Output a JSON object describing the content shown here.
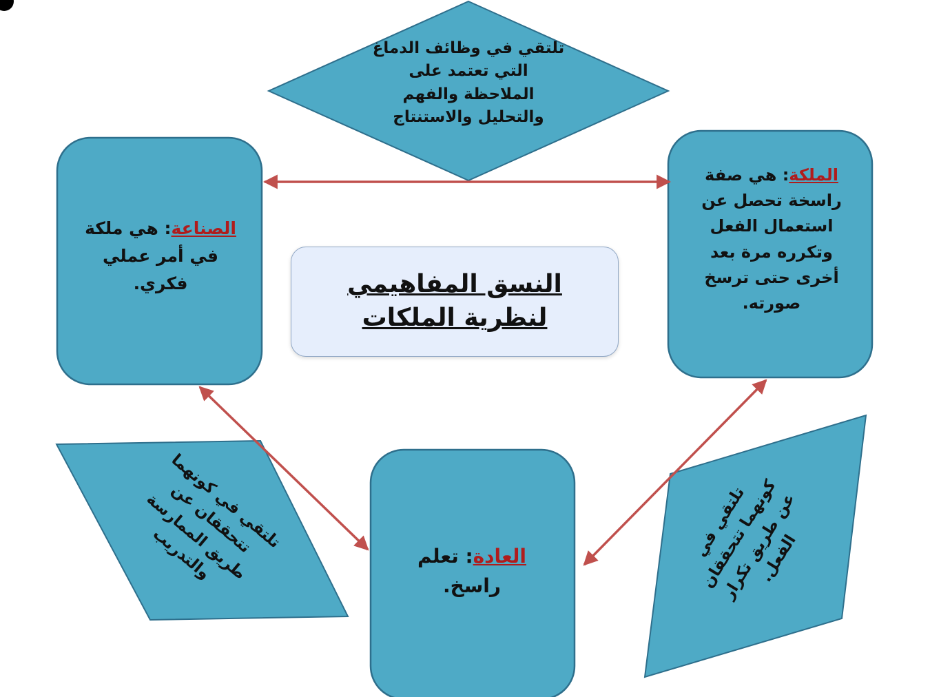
{
  "title": "النسق المفاهيمي لنظرية الملكات",
  "diamond_text": "تلتقي في وظائف الدماغ التي تعتمد على الملاحظة والفهم والتحليل والاستنتاج",
  "malaka": {
    "term": "الملكة",
    "definition": ": هي صفة راسخة تحصل عن استعمال الفعل وتكرره مرة بعد أخرى حتى ترسخ صورته."
  },
  "sinaa": {
    "term": "الصناعة",
    "definition": ": هي ملكة في أمر  عملي فكري."
  },
  "aada": {
    "term": "العادة",
    "definition": ": تعلم راسخ."
  },
  "left_parallelogram_text": "تلتقي في كونهما تتحققان عن طريق الممارسة والتدريب",
  "right_parallelogram_text": "تلتقي في كونهما تتحققان عن طريق تكرار الفعل.",
  "colors": {
    "shape_fill": "#4eaac6",
    "shape_stroke": "#2e6f8c",
    "arrow": "#c0504d",
    "term": "#b01c1c",
    "title_bg": "#e6eefc"
  }
}
